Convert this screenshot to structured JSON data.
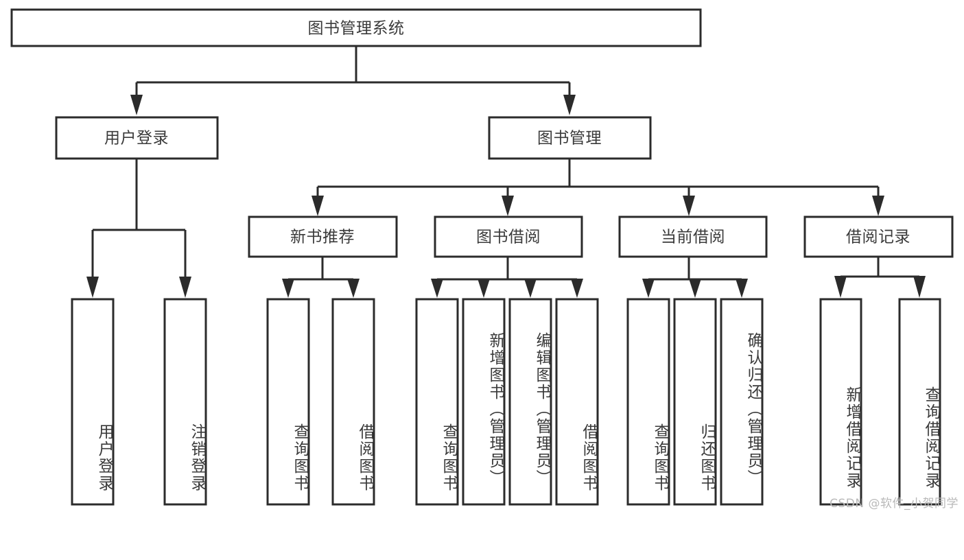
{
  "diagram": {
    "title": "图书管理系统",
    "type": "hierarchy-tree",
    "colors": {
      "background": "#ffffff",
      "box_fill": "#ffffff",
      "box_stroke": "#2b2b2b",
      "text": "#3a3a3a",
      "watermark": "#b9b9b9"
    },
    "root": {
      "label": "图书管理系统"
    },
    "level1": [
      {
        "label": "用户登录"
      },
      {
        "label": "图书管理"
      }
    ],
    "level2": [
      {
        "label": "新书推荐"
      },
      {
        "label": "图书借阅"
      },
      {
        "label": "当前借阅"
      },
      {
        "label": "借阅记录"
      }
    ],
    "leaves_user_login": [
      {
        "label": "用户登录"
      },
      {
        "label": "注销登录"
      }
    ],
    "leaves_new_book": [
      {
        "label": "查询图书"
      },
      {
        "label": "借阅图书"
      }
    ],
    "leaves_borrow": [
      {
        "label": "查询图书"
      },
      {
        "label": "新增图书（管理员）"
      },
      {
        "label": "编辑图书（管理员）"
      },
      {
        "label": "借阅图书"
      }
    ],
    "leaves_current": [
      {
        "label": "查询图书"
      },
      {
        "label": "归还图书"
      },
      {
        "label": "确认归还（管理员）"
      }
    ],
    "leaves_record": [
      {
        "label": "新增借阅记录"
      },
      {
        "label": "查询借阅记录"
      }
    ]
  },
  "watermark": {
    "text": "CSDN @软件_小贺同学"
  }
}
